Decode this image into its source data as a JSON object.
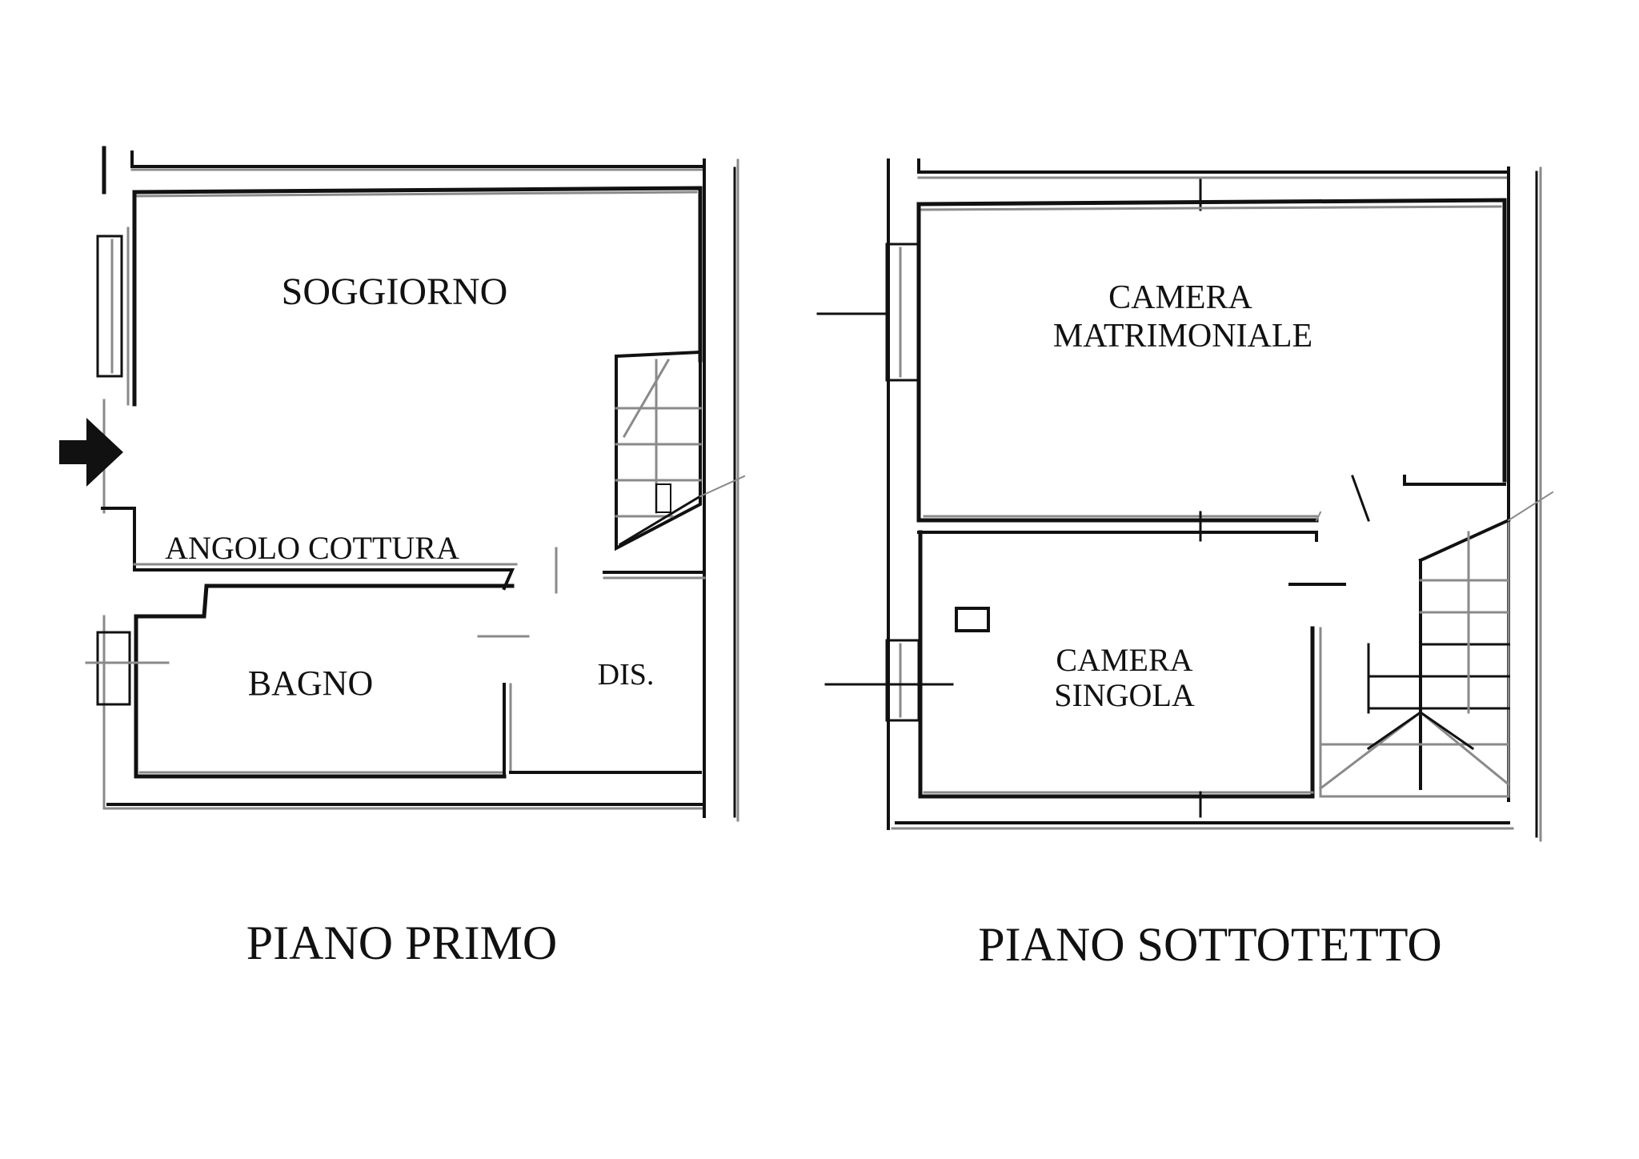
{
  "floors": [
    {
      "title": "PIANO PRIMO",
      "rooms": {
        "soggiorno": "SOGGIORNO",
        "angolo_cottura": "ANGOLO COTTURA",
        "bagno": "BAGNO",
        "dis": "DIS."
      }
    },
    {
      "title": "PIANO SOTTOTETTO",
      "rooms": {
        "camera_matrimoniale_1": "CAMERA",
        "camera_matrimoniale_2": "MATRIMONIALE",
        "camera_singola_1": "CAMERA",
        "camera_singola_2": "SINGOLA"
      }
    }
  ],
  "icons": {
    "entrance": "arrow-right-icon"
  },
  "colors": {
    "wall": "#111111",
    "outer_wall": "#8a8a8a",
    "background": "#ffffff"
  }
}
